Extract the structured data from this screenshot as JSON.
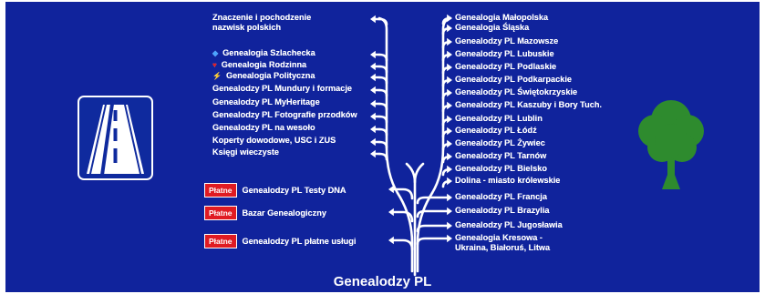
{
  "title": "Genealodzy PL",
  "paid_label": "Płatne",
  "left_items": [
    {
      "text": "Znaczenie i pochodzenie",
      "text2": "nazwisk polskich"
    },
    {
      "text": "Genealogia Szlachecka",
      "bullet": "◆",
      "bullet_color": "#4aa3ff"
    },
    {
      "text": "Genealogia Rodzinna",
      "bullet": "♥",
      "bullet_color": "#e01b22"
    },
    {
      "text": "Genealogia Polityczna",
      "bullet": "⚡",
      "bullet_color": "#ffd21f"
    },
    {
      "text": "Genealodzy PL Mundury i formacje"
    },
    {
      "text": "Genealodzy PL MyHeritage"
    },
    {
      "text": "Genealodzy PL Fotografie przodków"
    },
    {
      "text": "Genealodzy PL na wesoło"
    },
    {
      "text": "Koperty dowodowe, USC i ZUS"
    },
    {
      "text": "Księgi wieczyste"
    }
  ],
  "paid_items": [
    {
      "text": "Genealodzy PL Testy DNA"
    },
    {
      "text": "Bazar Genealogiczny"
    },
    {
      "text": "Genealodzy PL płatne usługi"
    }
  ],
  "right_items": [
    {
      "text": "Genealogia Małopolska"
    },
    {
      "text": "Genealogia Śląska"
    },
    {
      "text": "Genealodzy PL Mazowsze"
    },
    {
      "text": "Genealodzy PL Lubuskie"
    },
    {
      "text": "Genealodzy PL Podlaskie"
    },
    {
      "text": "Genealodzy PL Podkarpackie"
    },
    {
      "text": "Genealodzy PL Świętokrzyskie"
    },
    {
      "text": "Genealodzy PL Kaszuby i Bory Tuch."
    },
    {
      "text": "Genealodzy PL Lublin"
    },
    {
      "text": "Genealodzy PL Łódź"
    },
    {
      "text": "Genealodzy PL Żywiec"
    },
    {
      "text": "Genealodzy PL Tarnów"
    },
    {
      "text": "Genealodzy PL Bielsko"
    },
    {
      "text": "Dolina - miasto królewskie"
    },
    {
      "text": "Genealodzy PL Francja"
    },
    {
      "text": "Genealodzy PL Brazylia"
    },
    {
      "text": "Genealodzy PL Jugosławia"
    },
    {
      "text": "Genealogia Kresowa -",
      "text2": "Ukraina, Białoruś, Litwa"
    }
  ],
  "colors": {
    "background": "#10239c",
    "paid": "#e01b22",
    "tree": "#2e8b2e"
  },
  "icons": [
    "highway-sign-icon",
    "tree-icon"
  ]
}
